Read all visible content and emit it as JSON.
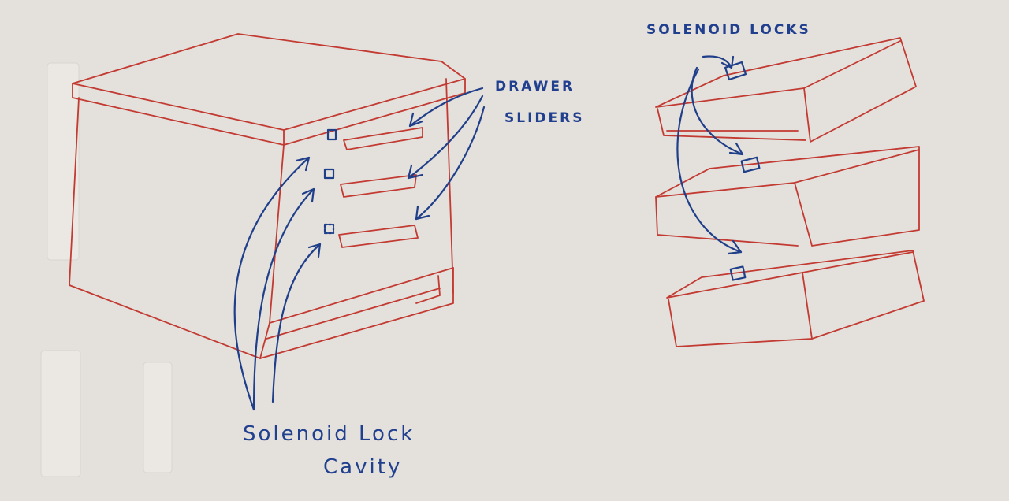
{
  "labels": {
    "drawer_sliders_line1": "DRAWER",
    "drawer_sliders_line2": "SLIDERS",
    "solenoid_locks": "SOLENOID LOCKS",
    "lock_cavity_line1": "Solenoid Lock",
    "lock_cavity_line2": "Cavity"
  },
  "colors": {
    "paper": "#e4e0db",
    "sketch_red": "#c23a32",
    "ink_blue": "#1f3f8a"
  }
}
